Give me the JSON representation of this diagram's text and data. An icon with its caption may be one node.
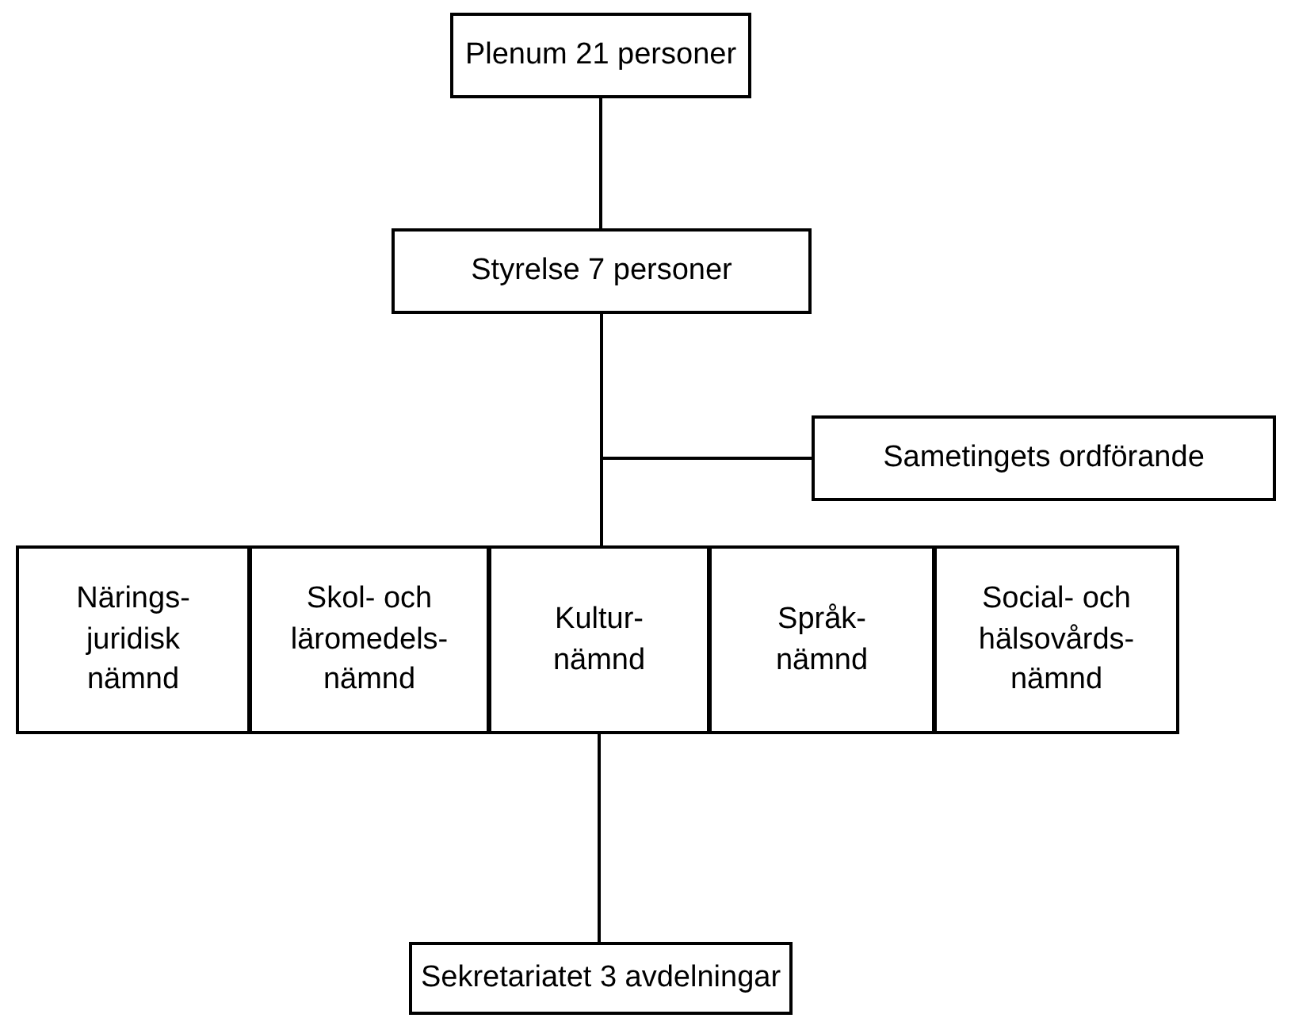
{
  "diagram": {
    "nodes": [
      {
        "text": [
          "Plenum 21 personer"
        ]
      },
      {
        "text": [
          "Styrelse 7 personer"
        ]
      },
      {
        "text": [
          "Sametingets ordförande"
        ]
      },
      {
        "text": [
          "Närings- juridisk nämnd"
        ]
      },
      {
        "text": [
          "Skol- och läromedels- nämnd"
        ]
      },
      {
        "text": [
          "Kultur- nämnd"
        ]
      },
      {
        "text": [
          "Språk- nämnd"
        ]
      },
      {
        "text": [
          "Social- och hälsovårds- nämnd"
        ]
      },
      {
        "text": [
          "Sekretariatet 3 avdelningar"
        ]
      }
    ],
    "edges": [
      {
        "from": 0,
        "to": 1,
        "arrow": "none"
      },
      {
        "from": 1,
        "to": 2,
        "arrow": "none"
      },
      {
        "from": 1,
        "to": 5,
        "arrow": "none"
      },
      {
        "from": 5,
        "to": 8,
        "arrow": "none"
      }
    ]
  }
}
